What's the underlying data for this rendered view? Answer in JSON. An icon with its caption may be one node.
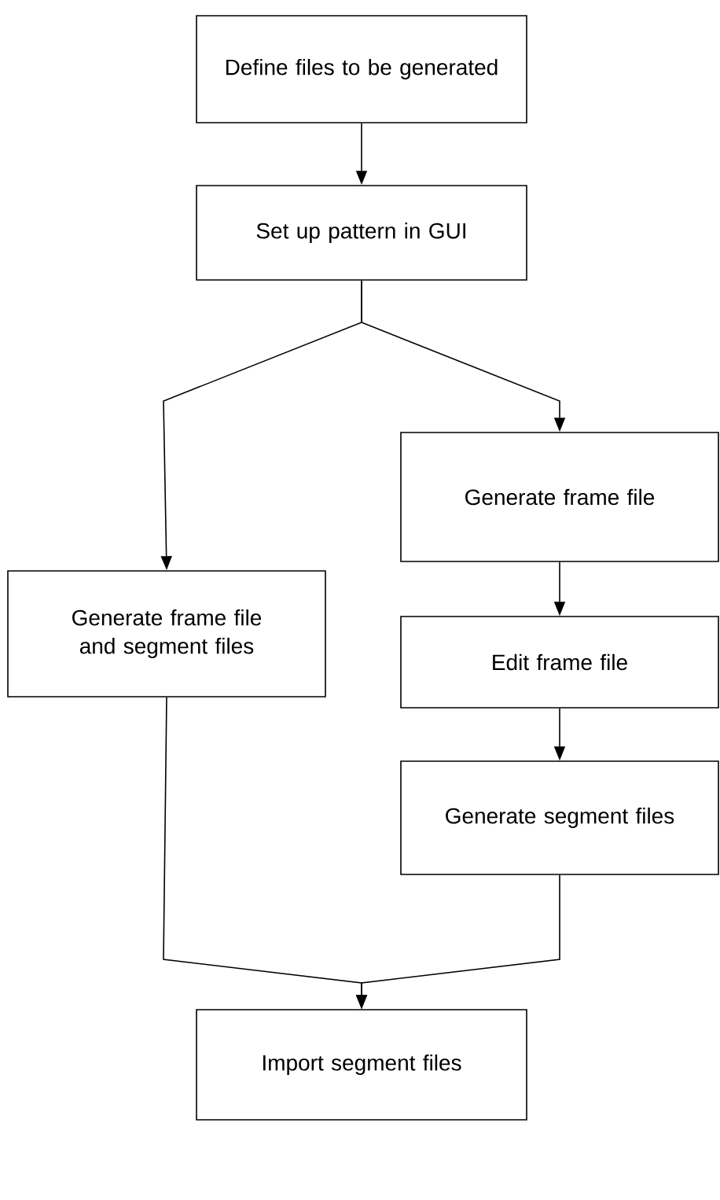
{
  "diagram": {
    "nodes": [
      {
        "text": [
          "Define files to be generated"
        ]
      },
      {
        "text": [
          "Set up pattern in GUI"
        ]
      },
      {
        "text": [
          "Generate frame file and segment files"
        ]
      },
      {
        "text": [
          "Generate frame file"
        ]
      },
      {
        "text": [
          "Edit frame file"
        ]
      },
      {
        "text": [
          "Generate segment files"
        ]
      },
      {
        "text": [
          "Import segment files"
        ]
      }
    ],
    "edges": [
      {
        "from": 0,
        "to": 1,
        "arrow": "to"
      },
      {
        "from": 1,
        "to": 2,
        "arrow": "to"
      },
      {
        "from": 1,
        "to": 3,
        "arrow": "to"
      },
      {
        "from": 3,
        "to": 4,
        "arrow": "to"
      },
      {
        "from": 4,
        "to": 5,
        "arrow": "to"
      },
      {
        "from": 2,
        "to": 6,
        "arrow": "to"
      },
      {
        "from": 5,
        "to": 6,
        "arrow": "to"
      }
    ]
  }
}
